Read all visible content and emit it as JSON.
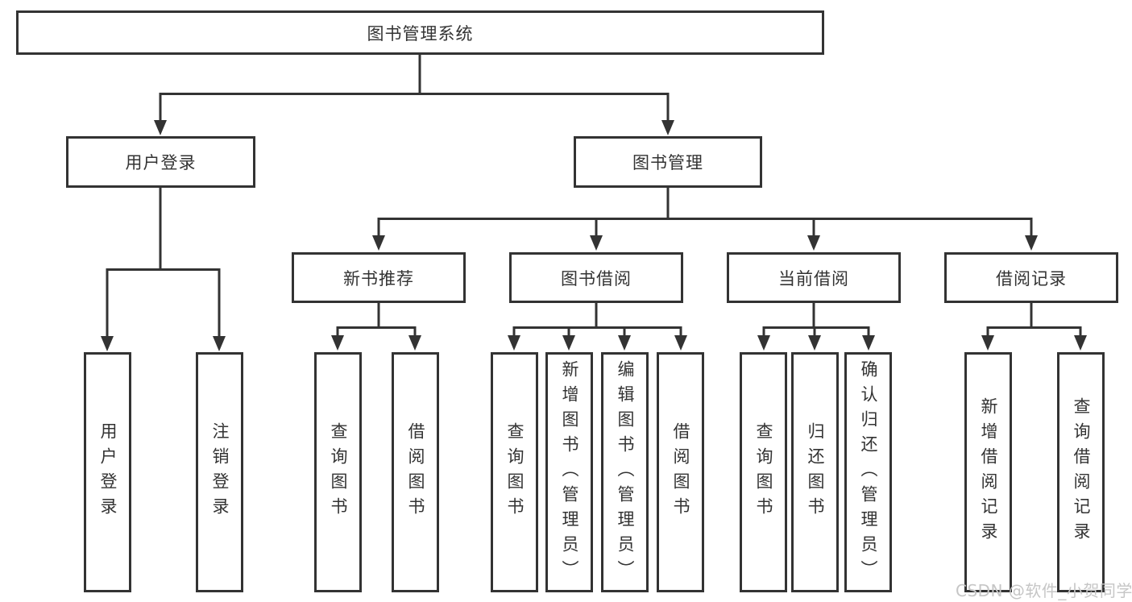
{
  "diagram": {
    "root_label": "图书管理系统",
    "level2": [
      {
        "label": "用户登录"
      },
      {
        "label": "图书管理"
      }
    ],
    "level3": [
      {
        "label": "新书推荐"
      },
      {
        "label": "图书借阅"
      },
      {
        "label": "当前借阅"
      },
      {
        "label": "借阅记录"
      }
    ],
    "leaves": [
      {
        "parent": "用户登录",
        "label": "用户登录"
      },
      {
        "parent": "用户登录",
        "label": "注销登录"
      },
      {
        "parent": "新书推荐",
        "label": "查询图书"
      },
      {
        "parent": "新书推荐",
        "label": "借阅图书"
      },
      {
        "parent": "图书借阅",
        "label": "查询图书"
      },
      {
        "parent": "图书借阅",
        "label": "新增图书（管理员）"
      },
      {
        "parent": "图书借阅",
        "label": "编辑图书（管理员）"
      },
      {
        "parent": "图书借阅",
        "label": "借阅图书"
      },
      {
        "parent": "当前借阅",
        "label": "查询图书"
      },
      {
        "parent": "当前借阅",
        "label": "归还图书"
      },
      {
        "parent": "当前借阅",
        "label": "确认归还（管理员）"
      },
      {
        "parent": "借阅记录",
        "label": "新增借阅记录"
      },
      {
        "parent": "借阅记录",
        "label": "查询借阅记录"
      }
    ]
  },
  "watermark": {
    "text": "CSDN @软件_小贺同学"
  },
  "colors": {
    "line": "#333333",
    "box_border": "#333333",
    "text": "#333333",
    "watermark": "#c6c6c6",
    "background": "#ffffff"
  }
}
